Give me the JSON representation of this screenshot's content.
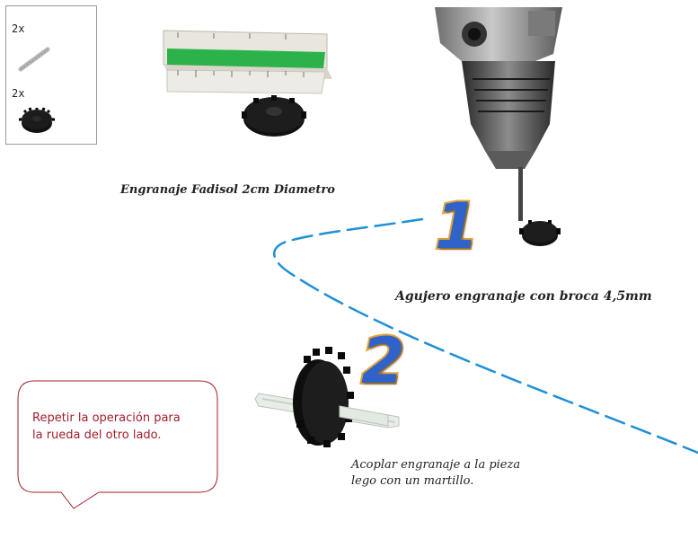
{
  "parts": {
    "axle_qty": "2x",
    "gear_qty": "2x"
  },
  "captions": {
    "gear_title": "Engranaje Fadisol 2cm Diametro",
    "step1": "Agujero engranaje con broca 4,5mm",
    "step2_line1": "Acoplar engranaje a la pieza",
    "step2_line2": "lego con un martillo."
  },
  "steps": {
    "one": "1",
    "two": "2"
  },
  "note": {
    "line1": "Repetir la operación para",
    "line2": "la rueda del otro lado."
  },
  "colors": {
    "path_line": "#1e90d6",
    "step_fill": "#2f63c9",
    "step_outline": "#e2a43a",
    "note_border": "#a11d2a",
    "note_text": "#a11d2a"
  }
}
